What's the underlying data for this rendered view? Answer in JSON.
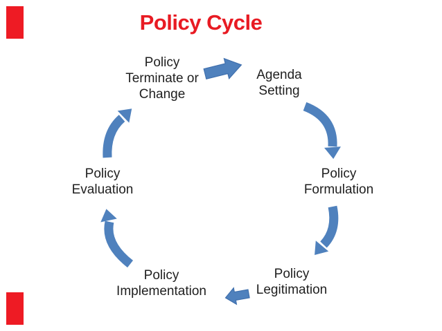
{
  "title": {
    "text": "Policy Cycle"
  },
  "colors": {
    "background": "#ffffff",
    "title": "#e81b23",
    "text": "#1f1f1f",
    "arrow": "#4f81bd",
    "arrow_outline": "#3f6fad",
    "accent_bar": "#ee1b24"
  },
  "cycle": {
    "stages": [
      {
        "name": "policy-terminate-or-change",
        "lines": [
          "Policy",
          "Terminate or",
          "Change"
        ]
      },
      {
        "name": "agenda-setting",
        "lines": [
          "Agenda",
          "Setting"
        ]
      },
      {
        "name": "policy-formulation",
        "lines": [
          "Policy",
          "Formulation"
        ]
      },
      {
        "name": "policy-legitimation",
        "lines": [
          "Policy",
          "Legitimation"
        ]
      },
      {
        "name": "policy-implementation",
        "lines": [
          "Policy",
          "Implementation"
        ]
      },
      {
        "name": "policy-evaluation",
        "lines": [
          "Policy",
          "Evaluation"
        ]
      }
    ],
    "arrows": [
      {
        "name": "arrow-terminate-to-agenda",
        "type": "block",
        "direction": "right"
      },
      {
        "name": "arrow-agenda-to-formulation",
        "type": "curved",
        "direction": "down-right"
      },
      {
        "name": "arrow-formulation-to-legitimation",
        "type": "curved",
        "direction": "down-left"
      },
      {
        "name": "arrow-legitimation-to-implementation",
        "type": "block",
        "direction": "left"
      },
      {
        "name": "arrow-implementation-to-evaluation",
        "type": "curved",
        "direction": "up-left"
      },
      {
        "name": "arrow-evaluation-to-terminate",
        "type": "curved",
        "direction": "up-right"
      }
    ]
  }
}
